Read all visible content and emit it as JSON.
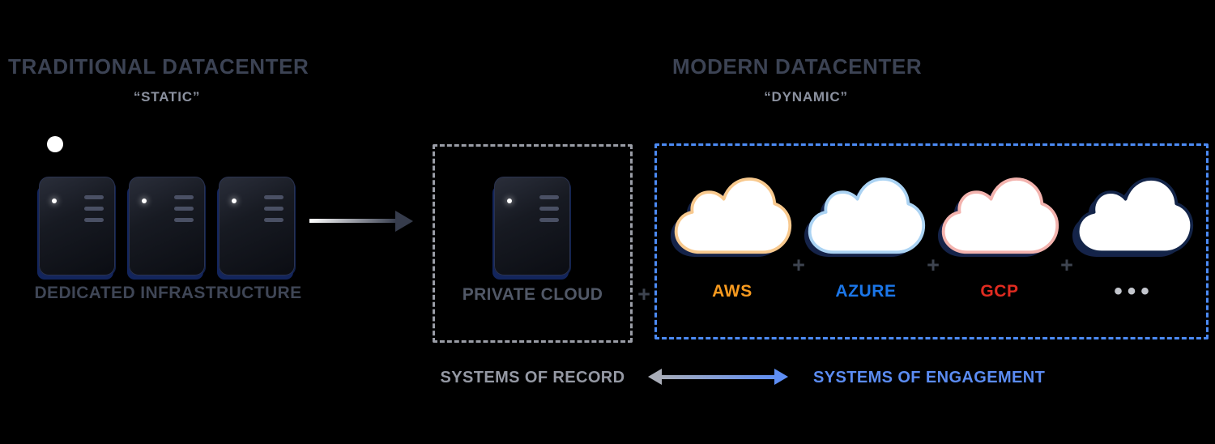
{
  "colors": {
    "background": "#000000",
    "heading": "#3c4354",
    "subtitle": "#8b919f",
    "caption_dark": "#3f4656",
    "caption_gray": "#515867",
    "record_gray": "#9599a4",
    "engagement_blue": "#5b8cf3",
    "plus_gray": "#3e4450",
    "private_box_border": "#9a9da6",
    "modern_box_border": "#4c8bf5",
    "cloud_shadow": "#152349",
    "server_accent_blue": "#13255c"
  },
  "traditional": {
    "title": "TRADITIONAL DATACENTER",
    "subtitle": "“STATIC”",
    "caption": "DEDICATED INFRASTRUCTURE"
  },
  "modern": {
    "title": "MODERN DATACENTER",
    "subtitle": "“DYNAMIC”",
    "providers": [
      {
        "name": "AWS",
        "label_color": "#f79a1f",
        "cloud_stroke": "#f8c98e"
      },
      {
        "name": "AZURE",
        "label_color": "#1b76e8",
        "cloud_stroke": "#abd3f3"
      },
      {
        "name": "GCP",
        "label_color": "#e02b20",
        "cloud_stroke": "#f3b3ae"
      },
      {
        "name": "•••",
        "label_color": "#c3c6cd",
        "cloud_stroke": "#132448"
      }
    ]
  },
  "private_cloud": {
    "caption": "PRIVATE CLOUD"
  },
  "glyphs": {
    "plus": "+"
  },
  "footer": {
    "record": "SYSTEMS OF RECORD",
    "engagement": "SYSTEMS OF ENGAGEMENT"
  }
}
